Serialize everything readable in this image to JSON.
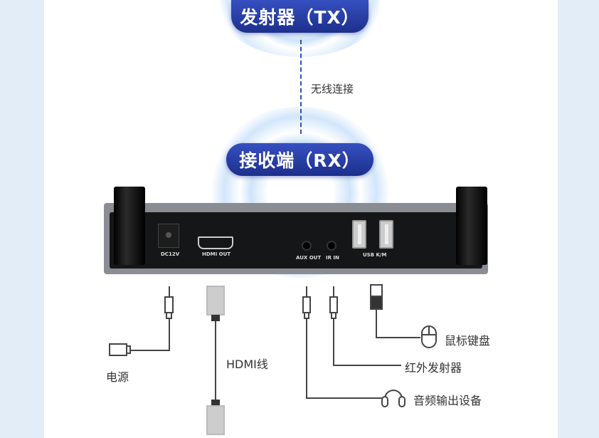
{
  "tx_label": "发射器（TX）",
  "rx_label": "接收端（RX）",
  "wireless_label": "无线连接",
  "ports": {
    "dc": "DC12V",
    "hdmi": "HDMI OUT",
    "aux": "AUX OUT",
    "ir": "IR IN",
    "usb": "USB K/M"
  },
  "cables": {
    "power": "电源",
    "hdmi": "HDMI线",
    "mouse_keyboard": "鼠标键盘",
    "ir": "红外发射器",
    "audio": "音频输出设备"
  },
  "colors": {
    "pill": "#2a3fa6",
    "bg": "#e3edf7"
  }
}
